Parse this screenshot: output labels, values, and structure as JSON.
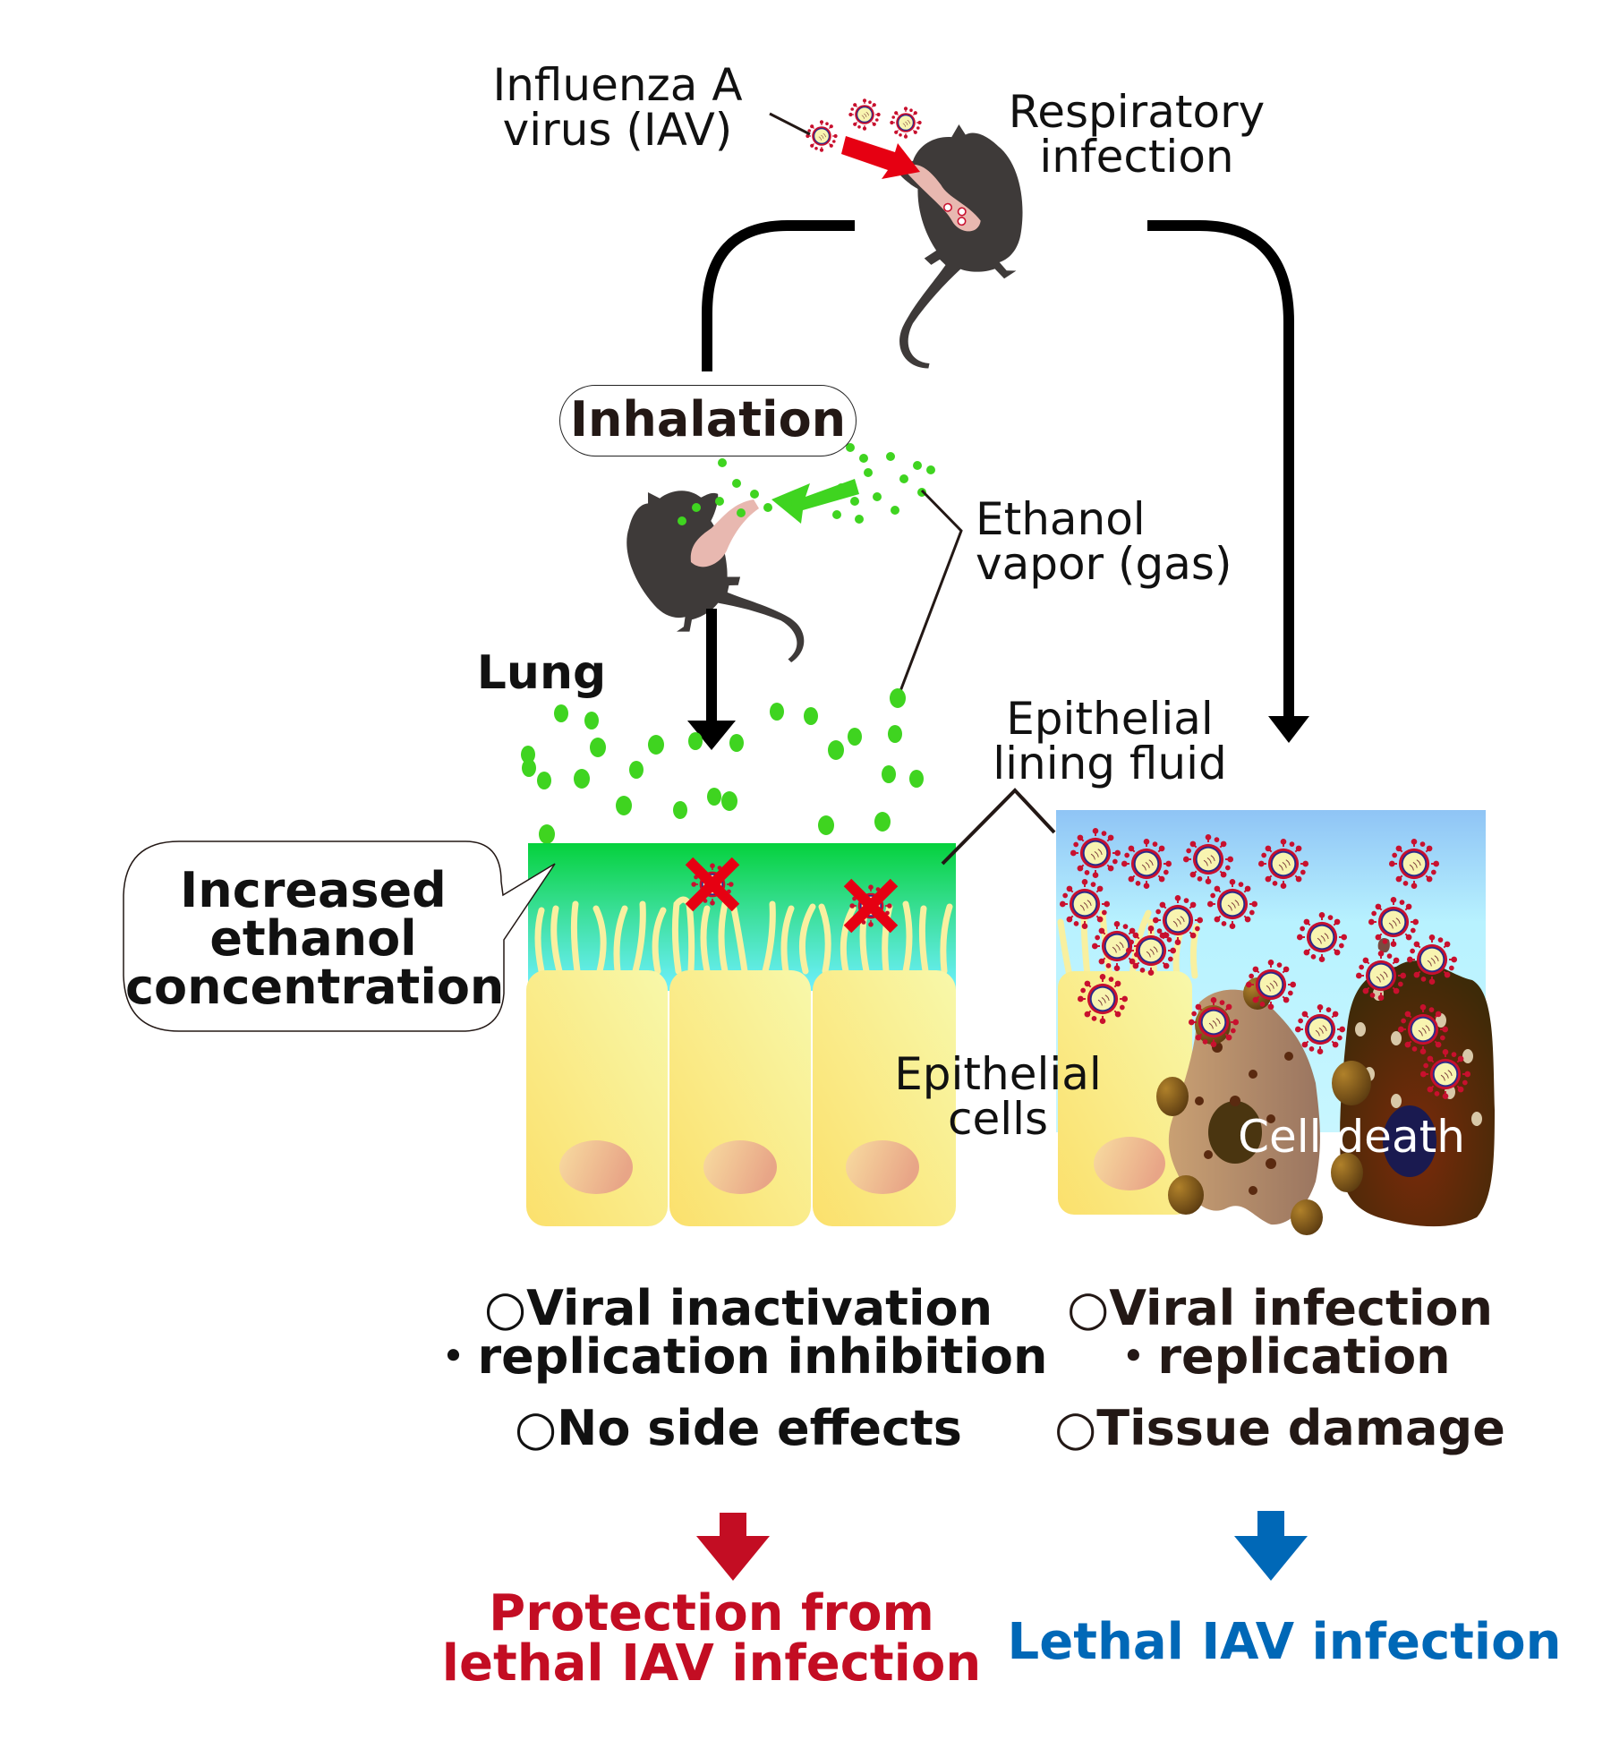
{
  "virus_label": [
    "Influenza A",
    "virus (IAV)"
  ],
  "infection_label": [
    "Respiratory",
    "infection"
  ],
  "inhalation_label": "Inhalation",
  "ethanol_label": [
    "Ethanol",
    "vapor (gas)"
  ],
  "lung_label": "Lung",
  "fluid_label": [
    "Epithelial",
    "lining fluid"
  ],
  "concentration_callout": [
    "Increased",
    "ethanol",
    "concentration"
  ],
  "cells_label": [
    "Epithelial",
    "cells"
  ],
  "cell_death_label": "Cell death",
  "left_outcomes": {
    "line1": "○Viral inactivation",
    "line2": "・replication inhibition",
    "line3": "○No side effects"
  },
  "right_outcomes": {
    "line1": "○Viral infection",
    "line2": "・replication",
    "line3": "○Tissue damage"
  },
  "left_result": [
    "Protection from",
    "lethal IAV infection"
  ],
  "right_result": "Lethal IAV infection",
  "colors": {
    "protection": "#c30d23",
    "lethal": "#0068b7",
    "ethanol_green": "#3fd420",
    "virus_red": "#c8102e",
    "mouse": "#3e3a39",
    "cell_yellow": "#f7ef9a",
    "fluid_green": "#05d13c",
    "fluid_blue": "#6ef0ff"
  }
}
